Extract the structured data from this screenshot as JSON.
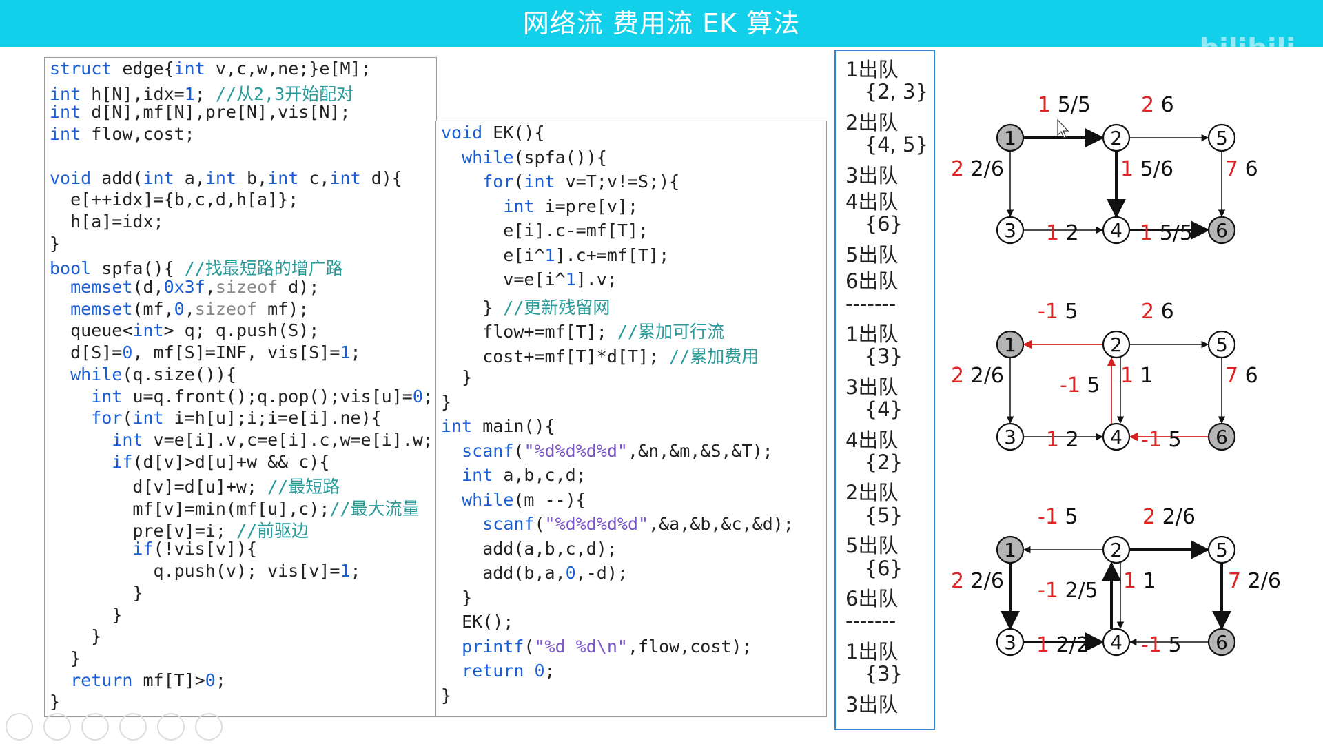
{
  "header": {
    "title": "网络流 费用流 EK 算法",
    "watermark": "bilibili"
  },
  "code_left": [
    [
      [
        "struct ",
        "kw"
      ],
      [
        "edge{",
        ""
      ],
      [
        "int ",
        "kw"
      ],
      [
        "v,c,w,ne;}e[M];",
        ""
      ]
    ],
    [
      [
        "int ",
        "kw"
      ],
      [
        "h[N],idx=",
        ""
      ],
      [
        "1",
        "num"
      ],
      [
        "; ",
        ""
      ],
      [
        "//从2,3开始配对",
        "cmt"
      ]
    ],
    [
      [
        "int ",
        "kw"
      ],
      [
        "d[N],mf[N],pre[N],vis[N];",
        ""
      ]
    ],
    [
      [
        "int ",
        "kw"
      ],
      [
        "flow,cost;",
        ""
      ]
    ],
    [],
    [
      [
        "void ",
        "kw"
      ],
      [
        "add(",
        ""
      ],
      [
        "int ",
        "kw"
      ],
      [
        "a,",
        ""
      ],
      [
        "int ",
        "kw"
      ],
      [
        "b,",
        ""
      ],
      [
        "int ",
        "kw"
      ],
      [
        "c,",
        ""
      ],
      [
        "int ",
        "kw"
      ],
      [
        "d){",
        ""
      ]
    ],
    [
      [
        "  e[++idx]={b,c,d,h[a]};",
        ""
      ]
    ],
    [
      [
        "  h[a]=idx;",
        ""
      ]
    ],
    [
      [
        "}",
        ""
      ]
    ],
    [
      [
        "bool ",
        "kw"
      ],
      [
        "spfa(){ ",
        ""
      ],
      [
        "//找最短路的增广路",
        "cmt"
      ]
    ],
    [
      [
        "  ",
        ""
      ],
      [
        "memset",
        "kw"
      ],
      [
        "(d,",
        ""
      ],
      [
        "0x3f",
        "num"
      ],
      [
        ",",
        ""
      ],
      [
        "sizeof",
        "gray"
      ],
      [
        " d);",
        ""
      ]
    ],
    [
      [
        "  ",
        ""
      ],
      [
        "memset",
        "kw"
      ],
      [
        "(mf,",
        ""
      ],
      [
        "0",
        "num"
      ],
      [
        ",",
        ""
      ],
      [
        "sizeof",
        "gray"
      ],
      [
        " mf);",
        ""
      ]
    ],
    [
      [
        "  queue<",
        ""
      ],
      [
        "int",
        "kw"
      ],
      [
        "> q; q.push(S);",
        ""
      ]
    ],
    [
      [
        "  d[S]=",
        ""
      ],
      [
        "0",
        "num"
      ],
      [
        ", mf[S]=INF, vis[S]=",
        ""
      ],
      [
        "1",
        "num"
      ],
      [
        ";",
        ""
      ]
    ],
    [
      [
        "  ",
        ""
      ],
      [
        "while",
        "kw"
      ],
      [
        "(q.size()){",
        ""
      ]
    ],
    [
      [
        "    ",
        ""
      ],
      [
        "int ",
        "kw"
      ],
      [
        "u=q.front();q.pop();vis[u]=",
        ""
      ],
      [
        "0",
        "num"
      ],
      [
        ";",
        ""
      ]
    ],
    [
      [
        "    ",
        ""
      ],
      [
        "for",
        "kw"
      ],
      [
        "(",
        ""
      ],
      [
        "int ",
        "kw"
      ],
      [
        "i=h[u];i;i=e[i].ne){",
        ""
      ]
    ],
    [
      [
        "      ",
        ""
      ],
      [
        "int ",
        "kw"
      ],
      [
        "v=e[i].v,c=e[i].c,w=e[i].w;",
        ""
      ]
    ],
    [
      [
        "      ",
        ""
      ],
      [
        "if",
        "kw"
      ],
      [
        "(d[v]>d[u]+w && c){",
        ""
      ]
    ],
    [
      [
        "        d[v]=d[u]+w; ",
        ""
      ],
      [
        "//最短路",
        "cmt"
      ]
    ],
    [
      [
        "        mf[v]=min(mf[u],c);",
        ""
      ],
      [
        "//最大流量",
        "cmt"
      ]
    ],
    [
      [
        "        pre[v]=i; ",
        ""
      ],
      [
        "//前驱边",
        "cmt"
      ]
    ],
    [
      [
        "        ",
        ""
      ],
      [
        "if",
        "kw"
      ],
      [
        "(!vis[v]){",
        ""
      ]
    ],
    [
      [
        "          q.push(v); vis[v]=",
        ""
      ],
      [
        "1",
        "num"
      ],
      [
        ";",
        ""
      ]
    ],
    [
      [
        "        }",
        ""
      ]
    ],
    [
      [
        "      }",
        ""
      ]
    ],
    [
      [
        "    }",
        ""
      ]
    ],
    [
      [
        "  }",
        ""
      ]
    ],
    [
      [
        "  ",
        ""
      ],
      [
        "return ",
        "kw"
      ],
      [
        "mf[T]>",
        ""
      ],
      [
        "0",
        "num"
      ],
      [
        ";",
        ""
      ]
    ],
    [
      [
        "}",
        ""
      ]
    ]
  ],
  "code_right": [
    [
      [
        "void ",
        "kw"
      ],
      [
        "EK(){",
        ""
      ]
    ],
    [
      [
        "  ",
        ""
      ],
      [
        "while",
        "kw"
      ],
      [
        "(spfa()){",
        ""
      ]
    ],
    [
      [
        "    ",
        ""
      ],
      [
        "for",
        "kw"
      ],
      [
        "(",
        ""
      ],
      [
        "int ",
        "kw"
      ],
      [
        "v=T;v!=S;){",
        ""
      ]
    ],
    [
      [
        "      ",
        ""
      ],
      [
        "int ",
        "kw"
      ],
      [
        "i=pre[v];",
        ""
      ]
    ],
    [
      [
        "      e[i].c-=mf[T];",
        ""
      ]
    ],
    [
      [
        "      e[i^",
        ""
      ],
      [
        "1",
        "num"
      ],
      [
        "].c+=mf[T];",
        ""
      ]
    ],
    [
      [
        "      v=e[i^",
        ""
      ],
      [
        "1",
        "num"
      ],
      [
        "].v;",
        ""
      ]
    ],
    [
      [
        "    } ",
        ""
      ],
      [
        "//更新残留网",
        "cmt"
      ]
    ],
    [
      [
        "    flow+=mf[T]; ",
        ""
      ],
      [
        "//累加可行流",
        "cmt"
      ]
    ],
    [
      [
        "    cost+=mf[T]*d[T]; ",
        ""
      ],
      [
        "//累加费用",
        "cmt"
      ]
    ],
    [
      [
        "  }",
        ""
      ]
    ],
    [
      [
        "}",
        ""
      ]
    ],
    [
      [
        "int ",
        "kw"
      ],
      [
        "main(){",
        ""
      ]
    ],
    [
      [
        "  ",
        ""
      ],
      [
        "scanf",
        "kw"
      ],
      [
        "(",
        ""
      ],
      [
        "\"%d%d%d%d\"",
        "str"
      ],
      [
        ",&n,&m,&S,&T);",
        ""
      ]
    ],
    [
      [
        "  ",
        ""
      ],
      [
        "int ",
        "kw"
      ],
      [
        "a,b,c,d;",
        ""
      ]
    ],
    [
      [
        "  ",
        ""
      ],
      [
        "while",
        "kw"
      ],
      [
        "(m --){",
        ""
      ]
    ],
    [
      [
        "    ",
        ""
      ],
      [
        "scanf",
        "kw"
      ],
      [
        "(",
        ""
      ],
      [
        "\"%d%d%d%d\"",
        "str"
      ],
      [
        ",&a,&b,&c,&d);",
        ""
      ]
    ],
    [
      [
        "    add(a,b,c,d);",
        ""
      ]
    ],
    [
      [
        "    add(b,a,",
        ""
      ],
      [
        "0",
        "num"
      ],
      [
        ",-d);",
        ""
      ]
    ],
    [
      [
        "  }",
        ""
      ]
    ],
    [
      [
        "  EK();",
        ""
      ]
    ],
    [
      [
        "  ",
        ""
      ],
      [
        "printf",
        "kw"
      ],
      [
        "(",
        ""
      ],
      [
        "\"%d %d\\n\"",
        "str"
      ],
      [
        ",flow,cost);",
        ""
      ]
    ],
    [
      [
        "  ",
        ""
      ],
      [
        "return ",
        "kw"
      ],
      [
        "0",
        "num"
      ],
      [
        ";",
        ""
      ]
    ],
    [
      [
        "}",
        ""
      ]
    ]
  ],
  "queue_log": [
    "1出队",
    "   {2, 3}",
    "2出队",
    "   {4, 5}",
    "3出队",
    "4出队",
    "   {6}",
    "5出队",
    "6出队",
    "-------",
    "1出队",
    "   {3}",
    "3出队",
    "   {4}",
    "4出队",
    "   {2}",
    "2出队",
    "   {5}",
    "5出队",
    "   {6}",
    "6出队",
    "-------",
    "1出队",
    "   {3}",
    "3出队"
  ],
  "graphs": [
    {
      "nodes": [
        "1",
        "2",
        "5",
        "3",
        "4",
        "6"
      ],
      "shaded_nodes": [
        "1",
        "6"
      ],
      "labels": [
        {
          "cost": "1",
          "rest": " 5/5"
        },
        {
          "cost": "2",
          "rest": " 6"
        },
        {
          "cost": "2",
          "rest": " 2/6"
        },
        {
          "cost": "1",
          "rest": " 5/6"
        },
        {
          "cost": "7",
          "rest": " 6"
        },
        {
          "cost": "1",
          "rest": " 2"
        },
        {
          "cost": "1",
          "rest": " 5/5"
        }
      ]
    },
    {
      "nodes": [
        "1",
        "2",
        "5",
        "3",
        "4",
        "6"
      ],
      "shaded_nodes": [
        "1",
        "6"
      ],
      "labels": [
        {
          "cost": "-1",
          "rest": " 5"
        },
        {
          "cost": "2",
          "rest": " 6"
        },
        {
          "cost": "2",
          "rest": " 2/6"
        },
        {
          "cost": "-1",
          "rest": " 5"
        },
        {
          "cost": "1",
          "rest": " 1"
        },
        {
          "cost": "7",
          "rest": " 6"
        },
        {
          "cost": "1",
          "rest": " 2"
        },
        {
          "cost": "-1",
          "rest": " 5"
        }
      ]
    },
    {
      "nodes": [
        "1",
        "2",
        "5",
        "3",
        "4",
        "6"
      ],
      "shaded_nodes": [
        "1",
        "6"
      ],
      "labels": [
        {
          "cost": "-1",
          "rest": " 5"
        },
        {
          "cost": "2",
          "rest": " 2/6"
        },
        {
          "cost": "2",
          "rest": " 2/6"
        },
        {
          "cost": "-1",
          "rest": " 2/5"
        },
        {
          "cost": "1",
          "rest": " 1"
        },
        {
          "cost": "7",
          "rest": " 2/6"
        },
        {
          "cost": "1",
          "rest": " 2/2"
        },
        {
          "cost": "-1",
          "rest": " 5"
        }
      ]
    }
  ],
  "colors": {
    "title_bar": "#12cfea",
    "keyword": "#1a5fd6",
    "comment": "#2a9a9a",
    "string": "#7a55c9",
    "cost_label": "#e02424",
    "residual_edge": "#d62020",
    "queue_border": "#2f86d1",
    "shaded_node": "#b5b5b5"
  }
}
